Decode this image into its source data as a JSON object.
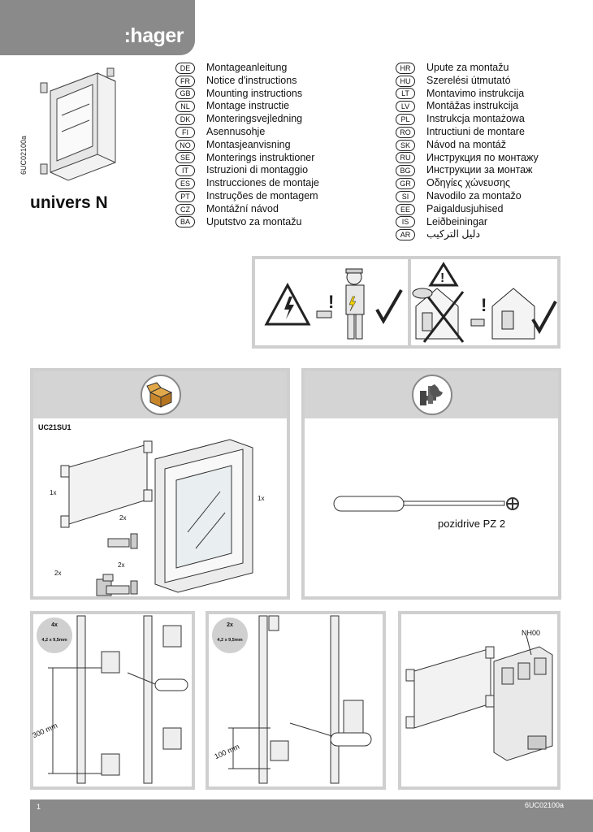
{
  "header": {
    "brand": ":hager"
  },
  "product": {
    "code": "6UC02100a",
    "name": "univers N"
  },
  "languages": {
    "column1": [
      {
        "code": "DE",
        "text": "Montageanleitung"
      },
      {
        "code": "FR",
        "text": "Notice d'instructions"
      },
      {
        "code": "GB",
        "text": "Mounting instructions"
      },
      {
        "code": "NL",
        "text": "Montage instructie"
      },
      {
        "code": "DK",
        "text": "Monteringsvejledning"
      },
      {
        "code": "FI",
        "text": "Asennusohje"
      },
      {
        "code": "NO",
        "text": "Montasjeanvisning"
      },
      {
        "code": "SE",
        "text": "Monterings instruktioner"
      },
      {
        "code": "IT",
        "text": "Istruzioni di montaggio"
      },
      {
        "code": "ES",
        "text": "Instrucciones de montaje"
      },
      {
        "code": "PT",
        "text": "Instruções de montagem"
      },
      {
        "code": "CZ",
        "text": "Montážní návod"
      },
      {
        "code": "BA",
        "text": "Uputstvo za montažu"
      }
    ],
    "column2": [
      {
        "code": "HR",
        "text": "Upute za montažu"
      },
      {
        "code": "HU",
        "text": "Szerelési útmutató"
      },
      {
        "code": "LT",
        "text": "Montavimo instrukcija"
      },
      {
        "code": "LV",
        "text": "Montāžas instrukcija"
      },
      {
        "code": "PL",
        "text": "Instrukcja montażowa"
      },
      {
        "code": "RO",
        "text": "Intructiuni de montare"
      },
      {
        "code": "SK",
        "text": "Návod na montáž"
      },
      {
        "code": "RU",
        "text": "Инструкция по монтажу"
      },
      {
        "code": "BG",
        "text": "Инструкции за монтаж"
      },
      {
        "code": "GR",
        "text": "Οδηγίες χώνευσης"
      },
      {
        "code": "SI",
        "text": "Navodilo za montažo"
      },
      {
        "code": "EE",
        "text": "Paigaldusjuhised"
      },
      {
        "code": "IS",
        "text": "Leiðbeiningar"
      },
      {
        "code": "AR",
        "text": "دليل التركيب"
      }
    ]
  },
  "box_contents": {
    "kit_ref": "UC21SU1",
    "qty_plate": "1x",
    "qty_frame": "1x",
    "qty_clip": "2x",
    "qty_bracket": "2x",
    "qty_slider": "2x"
  },
  "tools": {
    "screwdriver": "pozidrive PZ 2"
  },
  "steps": {
    "step1": {
      "screw_qty": "4x",
      "screw_size": "4,2 x 9,5mm",
      "dimension": "300 mm"
    },
    "step2": {
      "screw_qty": "2x",
      "screw_size": "4,2 x 9,5mm",
      "dimension": "100 mm"
    },
    "step3": {
      "breaker": "NH00"
    }
  },
  "footer": {
    "page": "1",
    "code": "6UC02100a"
  },
  "colors": {
    "header_gray": "#8a8a8a",
    "panel_gray": "#cfcfcf",
    "section_head": "#d4d4d4",
    "warning_yellow": "#f2d000"
  }
}
